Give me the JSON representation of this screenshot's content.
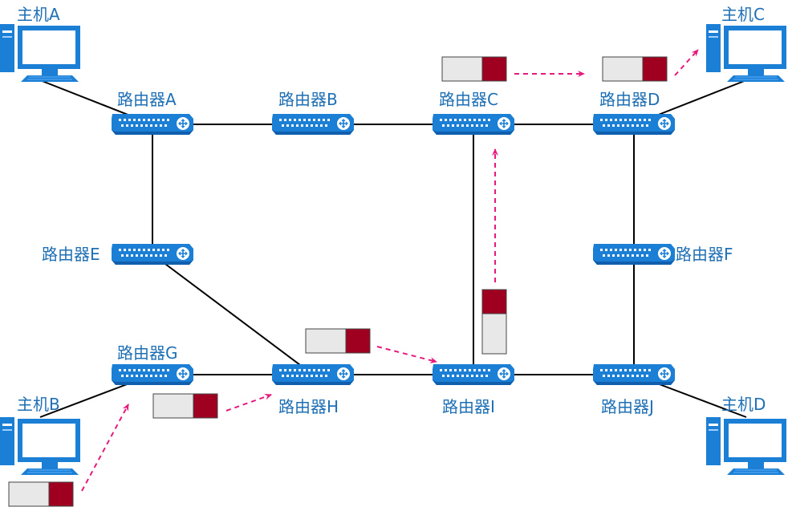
{
  "hosts": [
    {
      "id": "A",
      "label": "主机A"
    },
    {
      "id": "B",
      "label": "主机B"
    },
    {
      "id": "C",
      "label": "主机C"
    },
    {
      "id": "D",
      "label": "主机D"
    }
  ],
  "routers": [
    {
      "id": "A",
      "label": "路由器A"
    },
    {
      "id": "B",
      "label": "路由器B"
    },
    {
      "id": "C",
      "label": "路由器C"
    },
    {
      "id": "D",
      "label": "路由器D"
    },
    {
      "id": "E",
      "label": "路由器E"
    },
    {
      "id": "F",
      "label": "路由器F"
    },
    {
      "id": "G",
      "label": "路由器G"
    },
    {
      "id": "H",
      "label": "路由器H"
    },
    {
      "id": "I",
      "label": "路由器I"
    },
    {
      "id": "J",
      "label": "路由器J"
    }
  ],
  "links": [
    [
      "host-A",
      "router-A"
    ],
    [
      "router-A",
      "router-B"
    ],
    [
      "router-B",
      "router-C"
    ],
    [
      "router-C",
      "router-D"
    ],
    [
      "router-D",
      "host-C"
    ],
    [
      "router-A",
      "router-E"
    ],
    [
      "router-E",
      "router-H"
    ],
    [
      "router-G",
      "router-H"
    ],
    [
      "router-H",
      "router-I"
    ],
    [
      "router-I",
      "router-J"
    ],
    [
      "router-J",
      "host-D"
    ],
    [
      "host-B",
      "router-G"
    ],
    [
      "router-C",
      "router-I"
    ],
    [
      "router-D",
      "router-F"
    ],
    [
      "router-F",
      "router-J"
    ]
  ],
  "packet_path": [
    "host-B",
    "router-G",
    "router-H",
    "router-I",
    "router-C",
    "router-D",
    "host-C"
  ],
  "colors": {
    "link": "#000000",
    "arrow": "#e6197d",
    "label": "#1f6fb4",
    "device": "#1b7fd6",
    "device_dark": "#0f5fae",
    "packet_body": "#e8e8e8",
    "packet_header": "#a00020"
  },
  "icons": {
    "router": "router-icon",
    "host": "desktop-computer-icon",
    "packet": "packet-icon"
  }
}
